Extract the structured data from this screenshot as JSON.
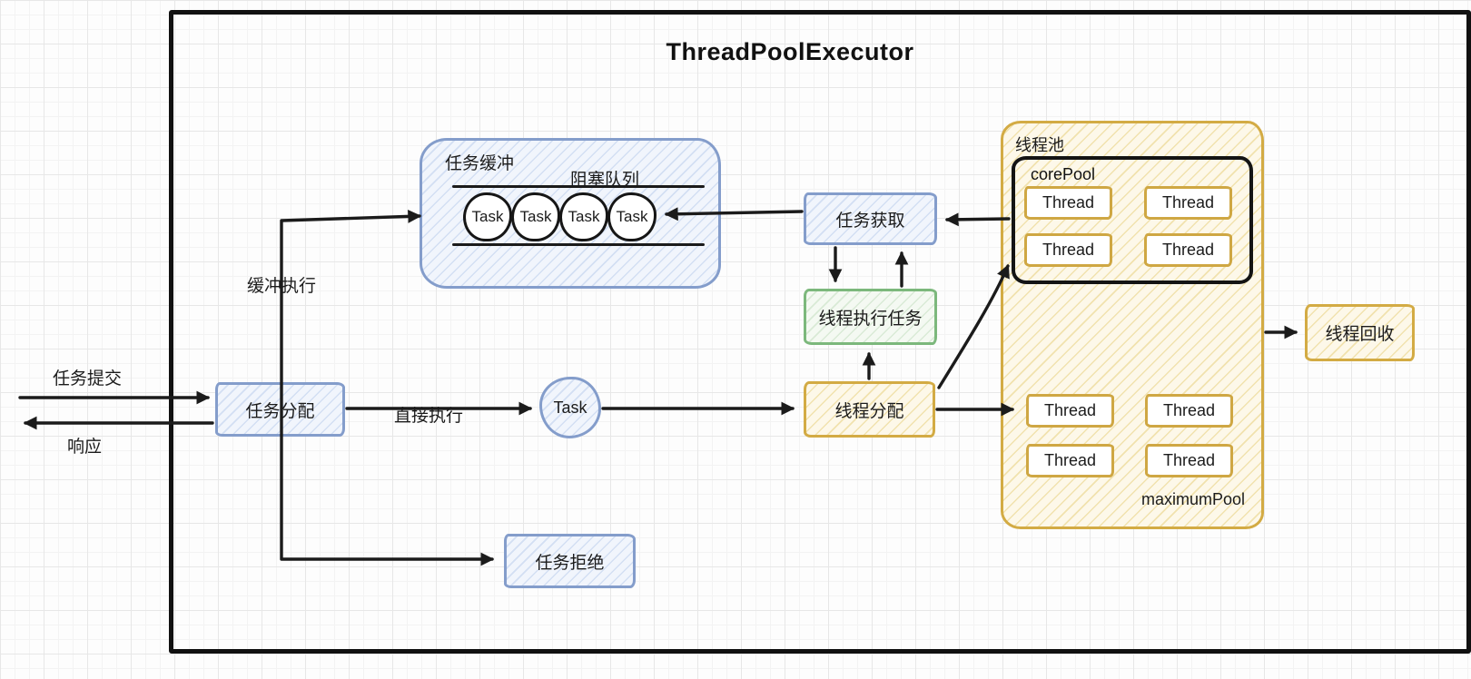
{
  "title": "ThreadPoolExecutor",
  "labels": {
    "task_submit": "任务提交",
    "response": "响应",
    "buffered_execution": "缓冲执行",
    "direct_execution": "直接执行"
  },
  "nodes": {
    "task_dispatch": "任务分配",
    "task_reject": "任务拒绝",
    "task_buffer": "任务缓冲",
    "blocking_queue": "阻塞队列",
    "queue_tasks": [
      "Task",
      "Task",
      "Task",
      "Task"
    ],
    "direct_task": "Task",
    "task_fetch": "任务获取",
    "thread_execute_task": "线程执行任务",
    "thread_dispatch": "线程分配",
    "thread_pool": "线程池",
    "core_pool": "corePool",
    "maximum_pool": "maximumPool",
    "core_threads": [
      "Thread",
      "Thread",
      "Thread",
      "Thread"
    ],
    "max_threads": [
      "Thread",
      "Thread",
      "Thread",
      "Thread"
    ],
    "thread_recycle": "线程回收"
  },
  "colors": {
    "blue": "#849dcb",
    "green": "#7cb87c",
    "yellow": "#d3ab44",
    "ink": "#1b1b1b"
  }
}
